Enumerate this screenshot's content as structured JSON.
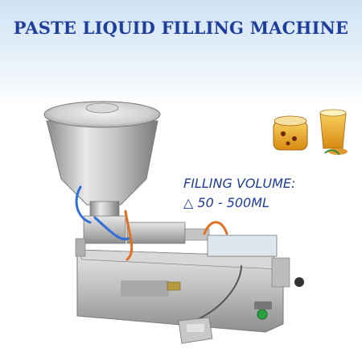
{
  "title": "PASTE LIQUID FILLING MACHINE",
  "spec": {
    "label": "FILLING VOLUME:",
    "range": "△ 50 - 500ML"
  },
  "colors": {
    "title": "#1f3d9a",
    "spec_text": "#1f3d9a",
    "steel_light": "#dcdcdc",
    "steel_dark": "#8c8c8c",
    "blue_hose": "#2f6fd8",
    "orange_hose": "#e07020",
    "green_button": "#28a040",
    "honey": "#e8a020"
  },
  "icons": {
    "honey_jar": "honey-jar-icon",
    "honey_glass": "honey-glass-icon",
    "foot_pedal": "foot-pedal-icon"
  }
}
